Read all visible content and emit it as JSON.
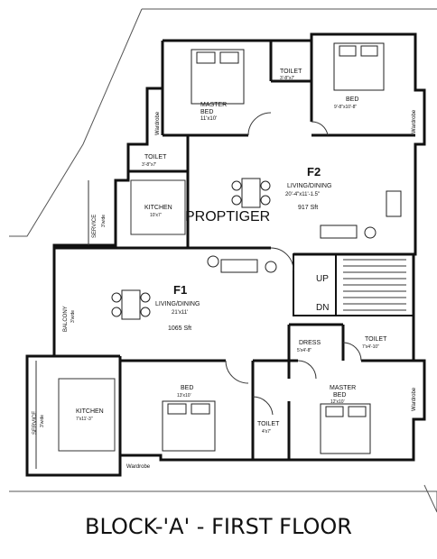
{
  "title": "BLOCK-'A' - FIRST FLOOR",
  "watermark": "PROPTIGER",
  "flats": {
    "f1": {
      "name": "F1",
      "living": "LIVING/DINING",
      "living_dim": "21'x11'",
      "area": "1065 Sft"
    },
    "f2": {
      "name": "F2",
      "living": "LIVING/DINING",
      "living_dim": "20'-4\"x11'-1.5\"",
      "area": "917 Sft"
    }
  },
  "rooms": {
    "master_bed_top": {
      "name": "MASTER",
      "name2": "BED",
      "dim": "11'x10'"
    },
    "toilet_top": {
      "name": "TOILET",
      "dim": "3'-8\"x7'"
    },
    "bed_top": {
      "name": "BED",
      "dim": "9'-8\"x10'-8\""
    },
    "wardrobe_tl": {
      "name": "Wardrobe"
    },
    "wardrobe_tr": {
      "name": "Wardrobe"
    },
    "toilet_left": {
      "name": "TOILET",
      "dim": "3'-8\"x7'"
    },
    "kitchen_top": {
      "name": "KITCHEN",
      "dim": "10'x7'"
    },
    "service_top": {
      "name": "SERVICE",
      "dim": "3'wide"
    },
    "balcony": {
      "name": "BALCONY",
      "dim": "3'wide"
    },
    "service_bottom": {
      "name": "SERVICE",
      "dim": "3'wide"
    },
    "kitchen_bottom": {
      "name": "KITCHEN",
      "dim": "7'x11'-3\""
    },
    "bed_bottom": {
      "name": "BED",
      "dim": "13'x10'"
    },
    "toilet_bottom": {
      "name": "TOILET",
      "dim": "4'x7'"
    },
    "dress": {
      "name": "DRESS",
      "dim": "5'x4'-8\""
    },
    "toilet_br": {
      "name": "TOILET",
      "dim": "7'x4'-10\""
    },
    "master_bed_bottom": {
      "name": "MASTER",
      "name2": "BED",
      "dim": "12'x10'"
    },
    "wardrobe_br": {
      "name": "Wardrobe"
    },
    "wardrobe_bottom": {
      "name": "Wardrobe"
    }
  },
  "stairs": {
    "up": "UP",
    "down": "DN"
  },
  "colors": {
    "wall": "#111111",
    "line": "#333333",
    "watermark": "#c8c8c8"
  }
}
